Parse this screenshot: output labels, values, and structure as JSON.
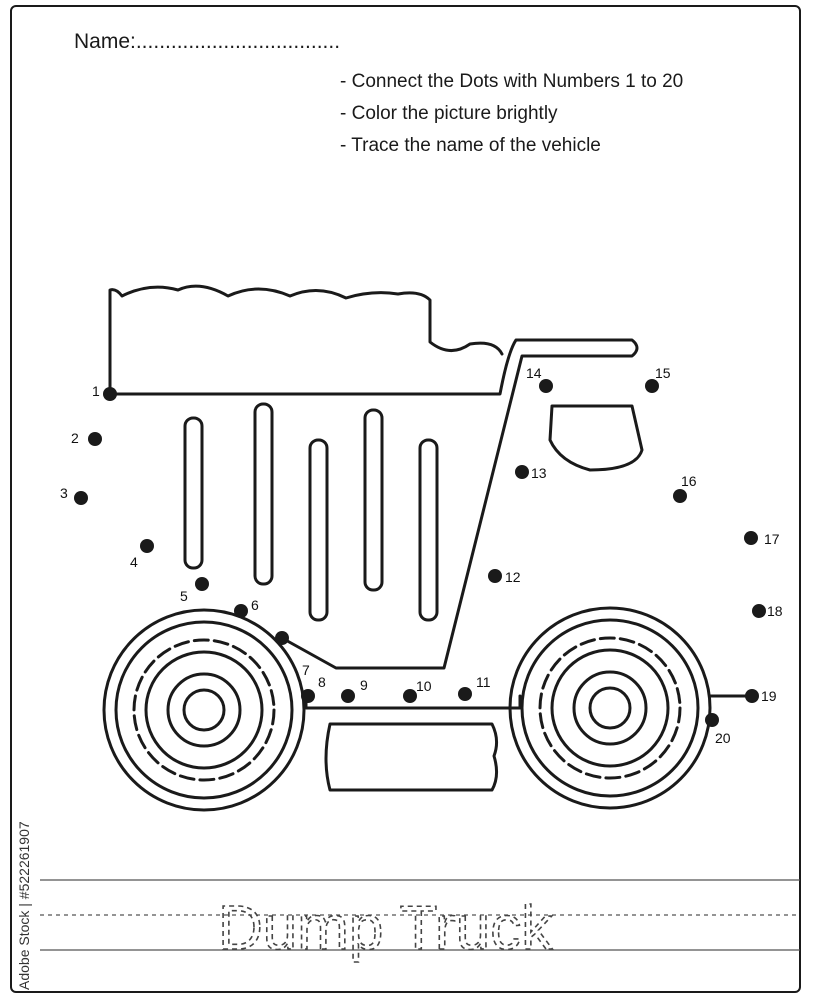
{
  "worksheet": {
    "name_field": "Name:...................................",
    "instructions": [
      "- Connect the Dots with Numbers 1 to 20",
      "- Color the picture brightly",
      "- Trace the name of the vehicle"
    ],
    "dot_labels": [
      "1",
      "2",
      "3",
      "4",
      "5",
      "6",
      "7",
      "8",
      "9",
      "10",
      "11",
      "12",
      "13",
      "14",
      "15",
      "16",
      "17",
      "18",
      "19",
      "20"
    ],
    "trace_word": "Dump Truck",
    "side_credit": "Adobe Stock | #522261907"
  },
  "colors": {
    "ink": "#1a1a1a",
    "paper": "#ffffff",
    "guide_line": "#555555"
  },
  "icons": [
    "dump-truck-outline-drawing"
  ]
}
